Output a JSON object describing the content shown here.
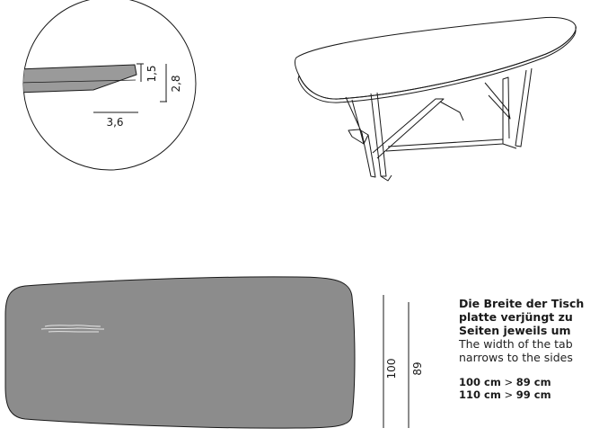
{
  "detail": {
    "dim_top": "1,5",
    "dim_total": "2,8",
    "dim_width": "3,6"
  },
  "plan": {
    "dim_full_width": "100",
    "dim_tapered_width": "89"
  },
  "description": {
    "german_lines": [
      "Die Breite der Tisch",
      "platte verjüngt zu",
      "Seiten jeweils um"
    ],
    "english_lines": [
      "The width of the tab",
      "narrows to the sides"
    ],
    "specs": [
      {
        "from": "100 cm",
        "sep": ">",
        "to": "89 cm"
      },
      {
        "from": "110 cm",
        "sep": ">",
        "to": "99 cm"
      }
    ]
  },
  "colors": {
    "tabletop_fill": "#8c8c8c",
    "edge_fill": "#9a9a9a",
    "line": "#1a1a1a"
  }
}
